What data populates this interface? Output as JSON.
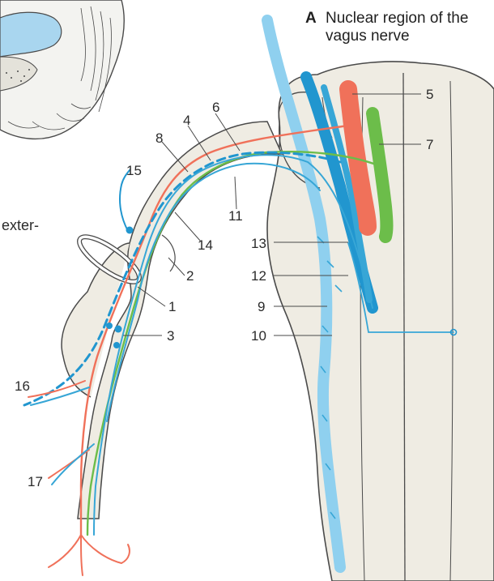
{
  "title": {
    "letter": "A",
    "line1": "Nuclear region of the",
    "line2": "vagus nerve"
  },
  "side_text": "exter-",
  "labels": [
    "1",
    "2",
    "3",
    "4",
    "5",
    "6",
    "7",
    "8",
    "9",
    "10",
    "11",
    "12",
    "13",
    "14",
    "15",
    "16",
    "17"
  ],
  "colors": {
    "brainstem": "#efece3",
    "outline": "#4a4a4a",
    "nerve_blue_light": "#8fd0ef",
    "nerve_blue": "#37a6d6",
    "nerve_blue_dark": "#2196cf",
    "motor_red": "#f0715a",
    "parasym_green": "#6cbd4a",
    "ear_fill": "#f3f3f0",
    "ear_canal": "#a9d6ef"
  }
}
